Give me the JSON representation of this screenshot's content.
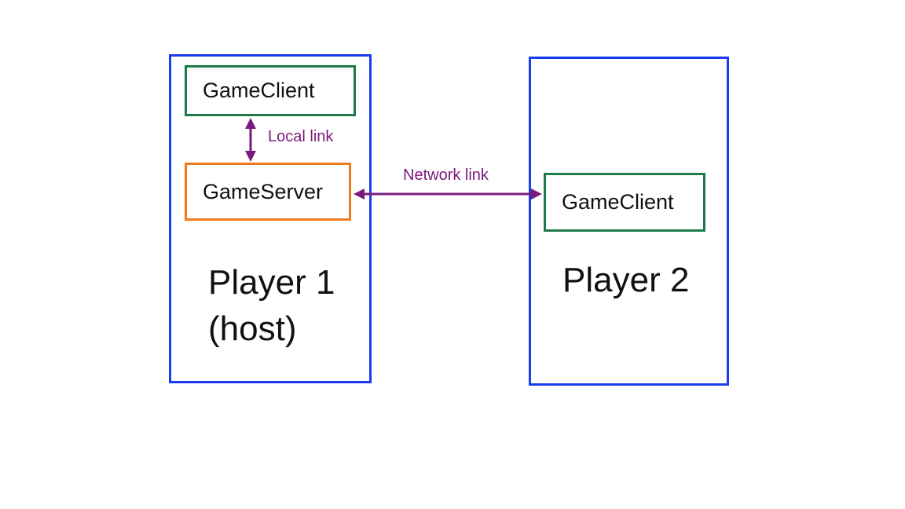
{
  "players": [
    {
      "label_line1": "Player 1",
      "label_line2": "(host)",
      "components": {
        "client": "GameClient",
        "server": "GameServer"
      }
    },
    {
      "label_line1": "Player 2",
      "components": {
        "client": "GameClient"
      }
    }
  ],
  "links": {
    "local": "Local link",
    "network": "Network link"
  },
  "colors": {
    "player_border": "#1a3cf0",
    "client_border": "#1f7a4a",
    "server_border": "#f07b1c",
    "link": "#7a1a7a"
  }
}
